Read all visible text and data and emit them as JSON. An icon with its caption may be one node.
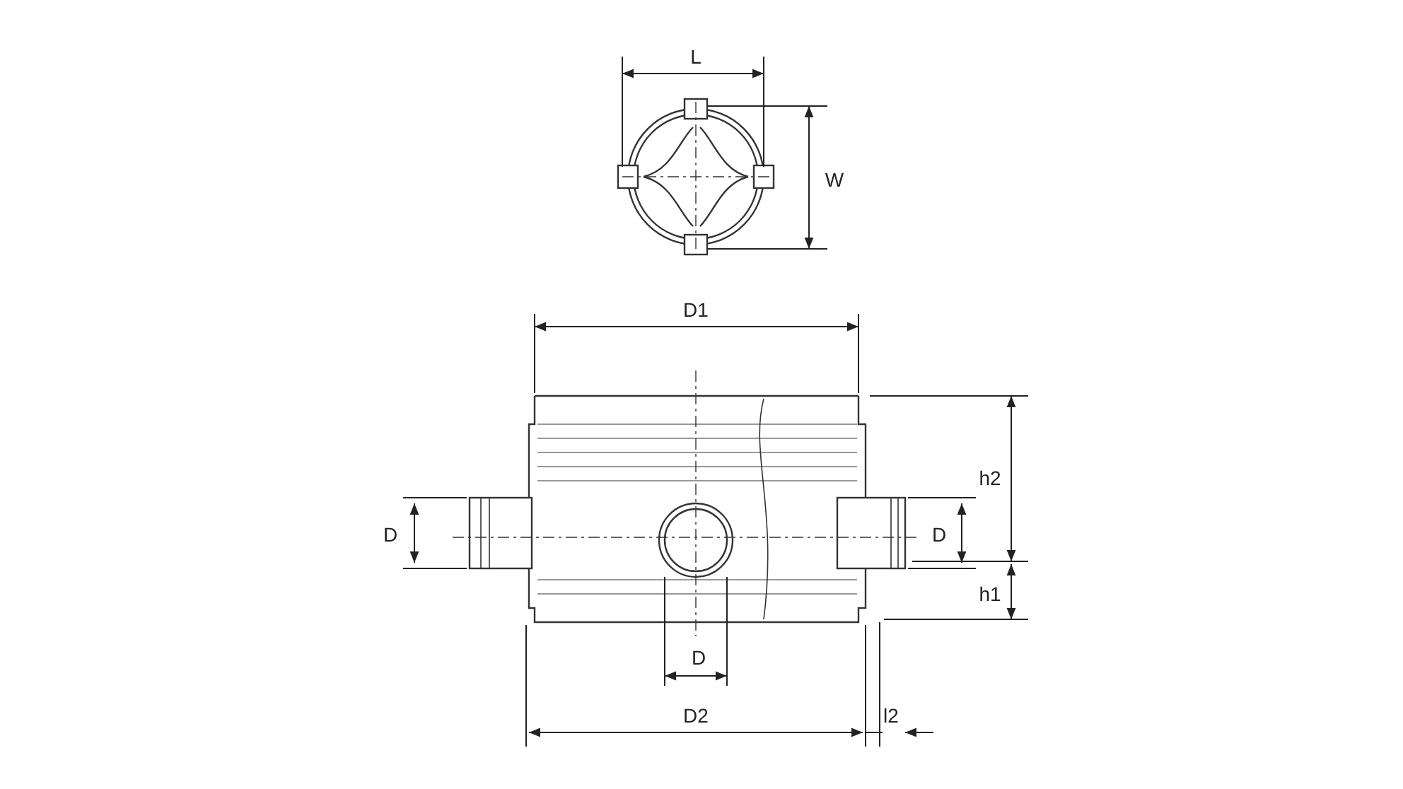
{
  "diagram": {
    "labels": [
      "L",
      "W",
      "D1",
      "h2",
      "D",
      "D",
      "h1",
      "D",
      "D2",
      "l2"
    ]
  }
}
